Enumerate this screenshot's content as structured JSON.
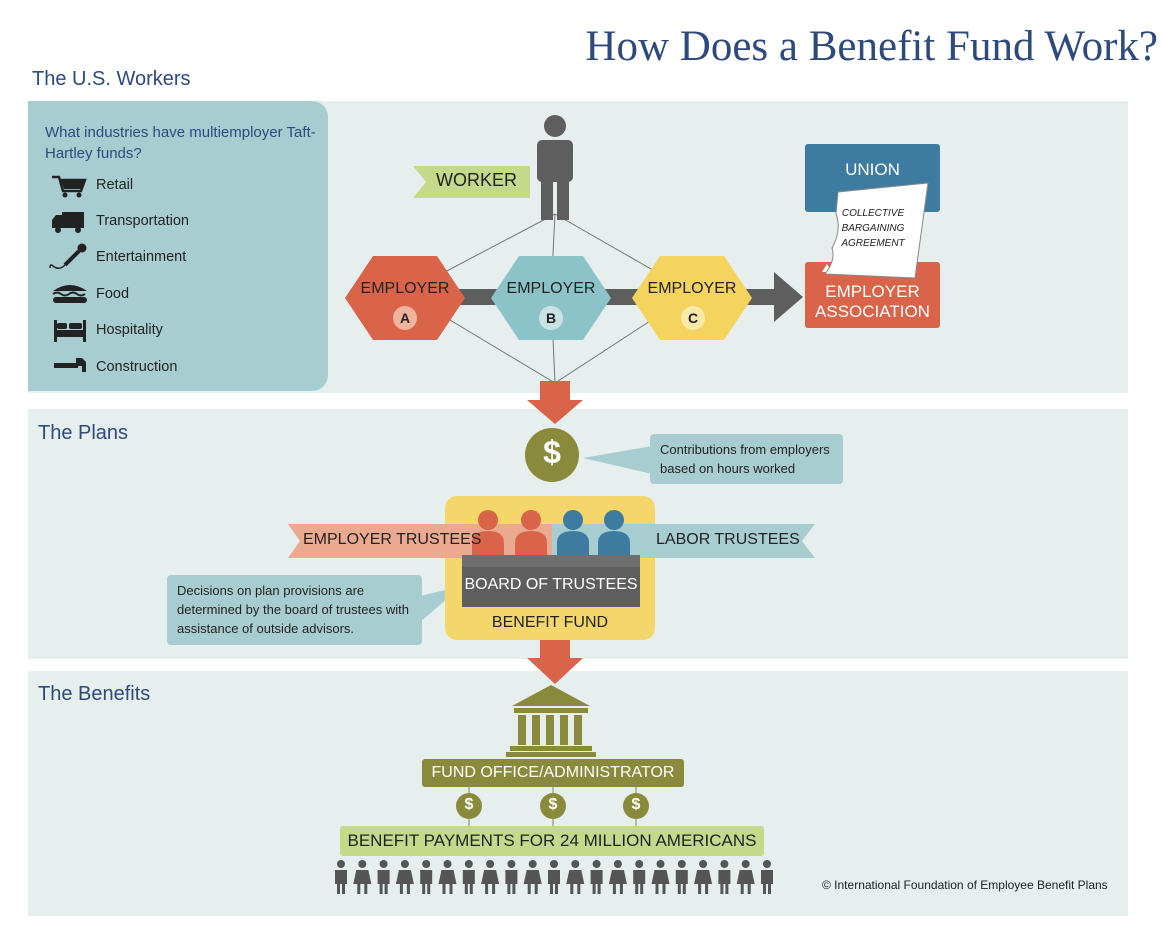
{
  "title": "How Does a Benefit Fund Work?",
  "sections": {
    "workers": "The U.S. Workers",
    "plans": "The Plans",
    "benefits": "The Benefits"
  },
  "sidebar": {
    "question": "What industries have multiemployer Taft-Hartley funds?",
    "industries": [
      {
        "label": "Retail",
        "icon": "shopping-cart-icon"
      },
      {
        "label": "Transportation",
        "icon": "truck-icon"
      },
      {
        "label": "Entertainment",
        "icon": "microphone-icon"
      },
      {
        "label": "Food",
        "icon": "sandwich-icon"
      },
      {
        "label": "Hospitality",
        "icon": "bed-icon"
      },
      {
        "label": "Construction",
        "icon": "hammer-icon"
      }
    ]
  },
  "diagram": {
    "worker": "WORKER",
    "employers": [
      {
        "label": "EMPLOYER",
        "letter": "A",
        "color": "#d9644a"
      },
      {
        "label": "EMPLOYER",
        "letter": "B",
        "color": "#8cc3c8"
      },
      {
        "label": "EMPLOYER",
        "letter": "C",
        "color": "#f4d35e"
      }
    ],
    "union": "UNION",
    "agreement": [
      "COLLECTIVE",
      "BARGAINING",
      "AGREEMENT"
    ],
    "association": [
      "EMPLOYER",
      "ASSOCIATION"
    ],
    "contributions_note": "Contributions from employers based on hours worked",
    "employer_trustees": "EMPLOYER TRUSTEES",
    "labor_trustees": "LABOR TRUSTEES",
    "board": "BOARD OF TRUSTEES",
    "benefit_fund": "BENEFIT FUND",
    "decisions_note": "Decisions on plan provisions are determined by the board of trustees with assistance of outside advisors.",
    "fund_office": "FUND OFFICE/ADMINISTRATOR",
    "benefit_payments": "BENEFIT PAYMENTS FOR 24 MILLION AMERICANS",
    "dollar_sign": "$"
  },
  "colors": {
    "navy": "#2e4a7d",
    "orange": "#d9644a",
    "teal": "#8cc3c8",
    "yellow": "#f4d35e",
    "olive": "#8a8a3c",
    "lime": "#c5d98a",
    "union_blue": "#3e7ba0",
    "gray": "#5e5e5e"
  },
  "credit": "© International Foundation of Employee Benefit Plans"
}
